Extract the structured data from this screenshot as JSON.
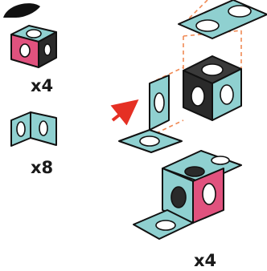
{
  "colors": {
    "teal": "#8fd0d0",
    "pink": "#e0527e",
    "dark": "#2a2a2a",
    "outline": "#111111",
    "arrow": "#e53024",
    "guide": "#f08a55"
  },
  "parts": {
    "cube": {
      "quantity_label": "x4"
    },
    "bracket": {
      "quantity_label": "x8"
    },
    "assembly": {
      "quantity_label": "x4"
    }
  }
}
